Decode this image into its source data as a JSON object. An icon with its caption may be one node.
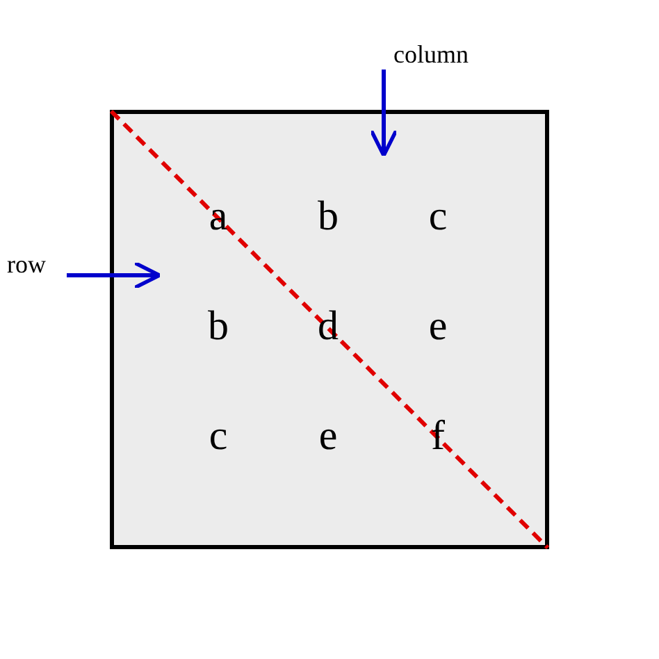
{
  "diagram": {
    "nodes": [
      {
        "text": [],
        "shape": "box"
      },
      {
        "text": [
          "column"
        ]
      },
      {
        "text": [
          "row"
        ]
      }
    ],
    "edges": [
      {
        "from": 1,
        "to": 0,
        "arrow": "to"
      },
      {
        "from": 2,
        "to": 0,
        "arrow": "to"
      }
    ],
    "labels": [
      "a",
      "b",
      "c",
      "b",
      "d",
      "e",
      "c",
      "e",
      "f"
    ]
  }
}
